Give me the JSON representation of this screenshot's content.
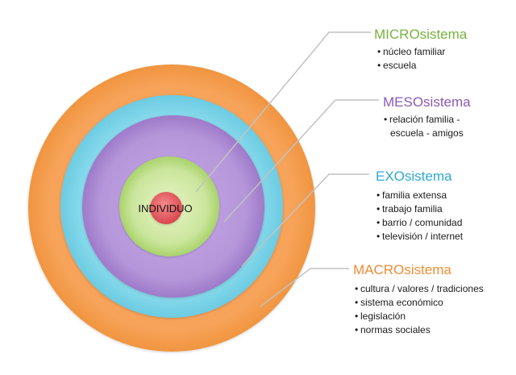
{
  "center": {
    "label": "INDIVIDUO",
    "color": "#e8555b"
  },
  "systems": [
    {
      "key": "micro",
      "title": "MICROsistema",
      "color": "#c8e39a",
      "title_color": "#79b142",
      "items": [
        "núcleo familiar",
        "escuela"
      ]
    },
    {
      "key": "meso",
      "title": "MESOsistema",
      "color": "#b89ad8",
      "title_color": "#8a59b8",
      "items": [
        "relación familia -",
        "escuela - amigos"
      ]
    },
    {
      "key": "exo",
      "title": "EXOsistema",
      "color": "#82d7ea",
      "title_color": "#2fa9cf",
      "items": [
        "familia extensa",
        "trabajo familia",
        "barrio / comunidad",
        "televisión / internet"
      ]
    },
    {
      "key": "macro",
      "title": "MACROsistema",
      "color": "#f7a35a",
      "title_color": "#f08c35",
      "items": [
        "cultura / valores / tradiciones",
        "sistema económico",
        "legislación",
        "normas sociales"
      ]
    }
  ]
}
